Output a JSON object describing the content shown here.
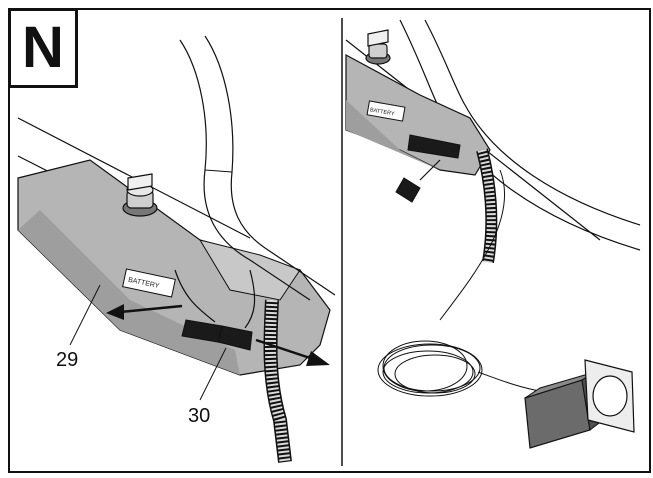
{
  "figure": {
    "section_letter": "N",
    "callouts": {
      "body": "29",
      "connector": "30"
    },
    "tags": {
      "left_battery": "BATTERY",
      "right_battery": "BATTERY"
    },
    "colors": {
      "line": "#111111",
      "body_gray": "#b5b5b5",
      "body_dark": "#8f8f8f",
      "charger": "#6b6b6b",
      "connector": "#1a1a1a"
    }
  }
}
